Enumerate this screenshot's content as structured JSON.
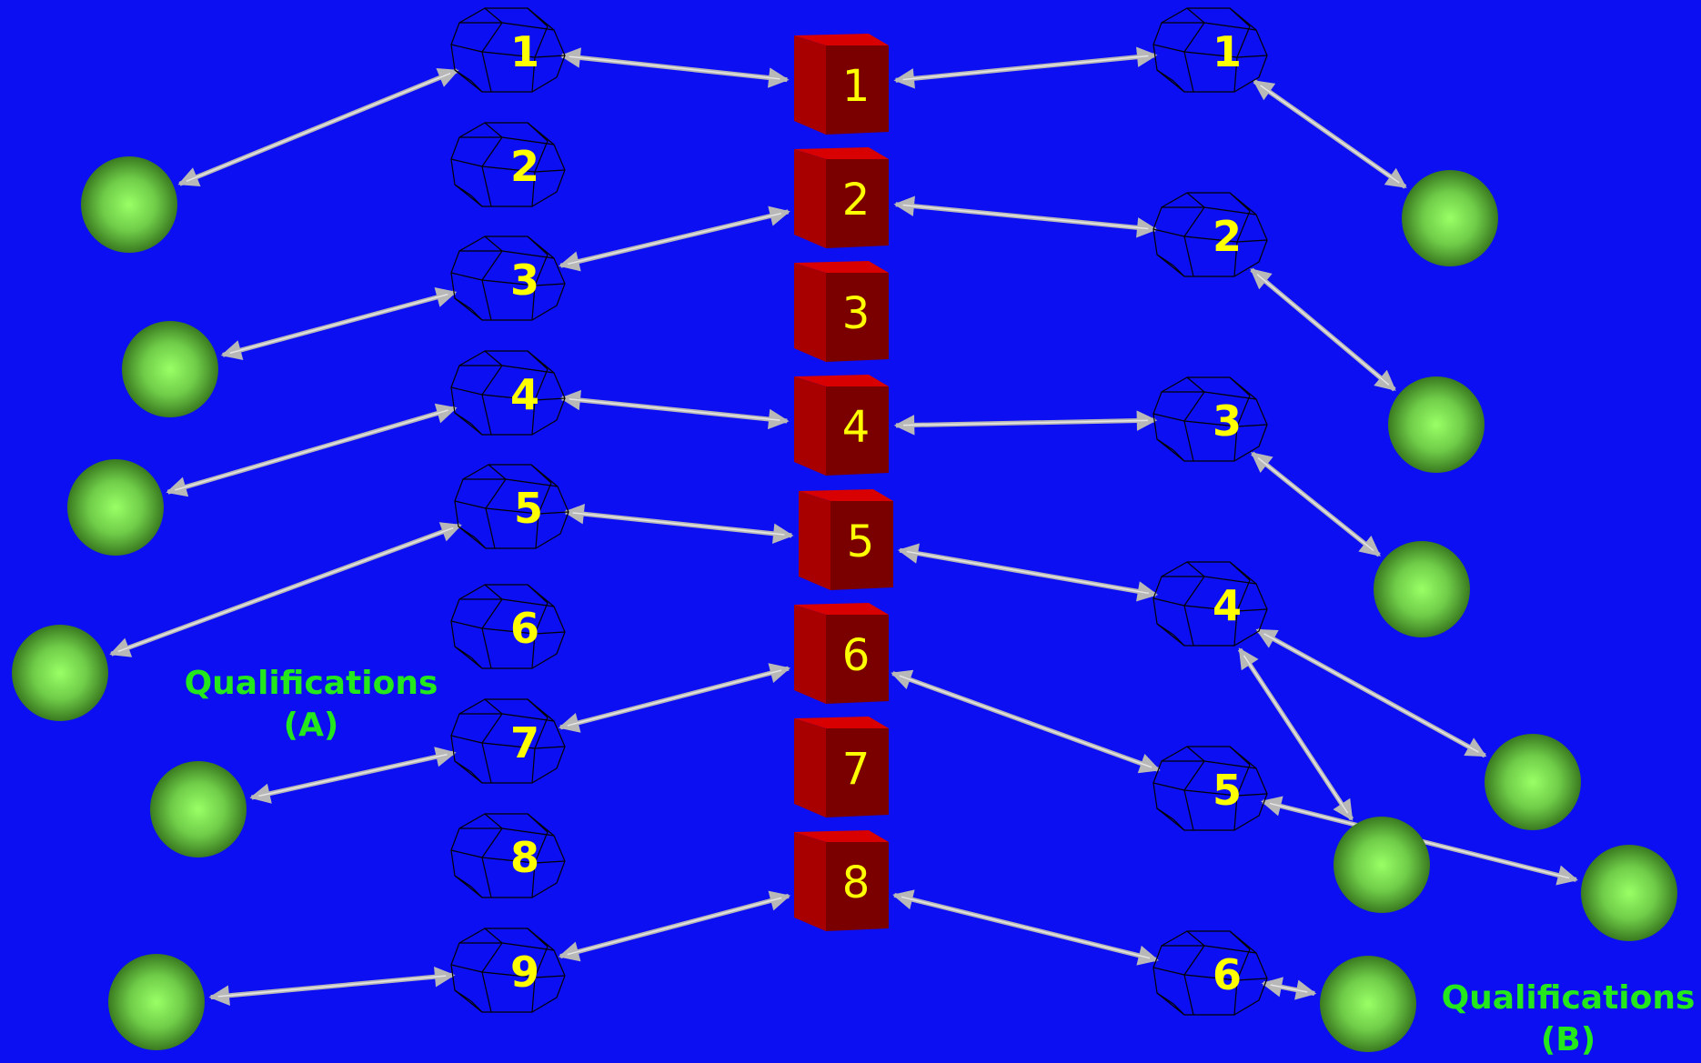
{
  "colors": {
    "background": "#0b0ff2",
    "label_text": "#ffff00",
    "cube_front": "#7a0000",
    "cube_side": "#a80000",
    "cube_top": "#d80000",
    "sphere_center": "#99ff66",
    "sphere_edge": "#3a7a20",
    "arrow": "#b8b8b8",
    "qualification_text": "#22e81c"
  },
  "icons": {
    "polyhedron": "rhombic-dodecahedron-wireframe-icon",
    "cube": "red-cube-icon",
    "sphere": "green-sphere-icon"
  },
  "left_polyhedra": [
    "1",
    "2",
    "3",
    "4",
    "5",
    "6",
    "7",
    "8",
    "9"
  ],
  "center_cubes": [
    "1",
    "2",
    "3",
    "4",
    "5",
    "6",
    "7",
    "8"
  ],
  "right_polyhedra": [
    "1",
    "2",
    "3",
    "4",
    "5",
    "6"
  ],
  "qualifications_a": {
    "line1": "Qualifications",
    "line2": "(A)"
  },
  "qualifications_b": {
    "line1": "Qualifications",
    "line2": "(B)"
  },
  "links": {
    "left_sphere_to_polyhedron": [
      [
        1,
        1
      ],
      [
        2,
        3
      ],
      [
        3,
        4
      ],
      [
        4,
        5
      ],
      [
        5,
        7
      ],
      [
        6,
        9
      ]
    ],
    "left_polyhedron_to_cube": [
      [
        1,
        1
      ],
      [
        3,
        2
      ],
      [
        4,
        4
      ],
      [
        5,
        5
      ],
      [
        7,
        6
      ],
      [
        9,
        8
      ]
    ],
    "cube_to_right_polyhedron": [
      [
        1,
        1
      ],
      [
        2,
        2
      ],
      [
        4,
        3
      ],
      [
        5,
        4
      ],
      [
        6,
        5
      ],
      [
        8,
        6
      ]
    ],
    "right_polyhedron_to_sphere": [
      [
        1,
        1
      ],
      [
        2,
        2
      ],
      [
        3,
        3
      ],
      [
        4,
        4
      ],
      [
        4,
        5
      ],
      [
        5,
        6
      ],
      [
        6,
        7
      ]
    ]
  }
}
